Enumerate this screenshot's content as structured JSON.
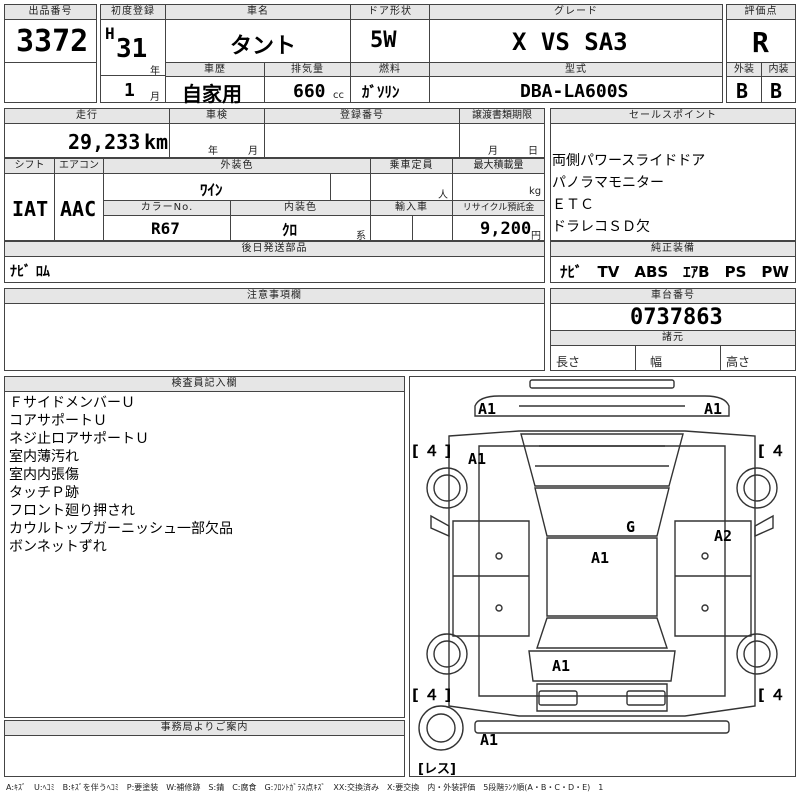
{
  "header": {
    "lot_label": "出品番号",
    "lot_no": "3372",
    "first_reg_label": "初度登録",
    "era": "H",
    "year_num": "31",
    "year_unit": "年",
    "month_num": "1",
    "month_unit": "月",
    "car_name_label": "車名",
    "car_name": "タント",
    "door_label": "ドア形状",
    "door": "5W",
    "grade_label": "グレード",
    "grade": "X VS SA3",
    "score_label": "評価点",
    "score": "R",
    "history_label": "車歴",
    "history": "自家用",
    "displacement_label": "排気量",
    "displacement": "660",
    "displacement_unit": "cc",
    "fuel_label": "燃料",
    "fuel": "ｶﾞｿﾘﾝ",
    "model_label": "型式",
    "model": "DBA-LA600S",
    "exterior_label": "外装",
    "exterior": "B",
    "interior_label": "内装",
    "interior": "B"
  },
  "row2": {
    "mileage_label": "走行",
    "mileage": "29,233",
    "mileage_unit": "km",
    "inspection_label": "車検",
    "insp_year_unit": "年",
    "insp_month_unit": "月",
    "reg_no_label": "登録番号",
    "transfer_label": "譲渡書類期限",
    "transfer_month": "月",
    "transfer_day": "日",
    "sales_label": "セールスポイント",
    "sales_points": [
      "両側パワースライドドア",
      "パノラマモニター",
      "ＥＴＣ",
      "ドラレコＳＤ欠"
    ],
    "shift_label": "シフト",
    "shift": "IAT",
    "ac_label": "エアコン",
    "ac": "AAC",
    "ext_color_label": "外装色",
    "ext_color": "ﾜｲﾝ",
    "capacity_label": "乗車定員",
    "capacity_unit": "人",
    "load_label": "最大積載量",
    "load_unit": "kg",
    "color_no_label": "カラーNo.",
    "color_no": "R67",
    "int_color_label": "内装色",
    "int_color": "ｸﾛ",
    "int_color_unit": "系",
    "import_label": "輸入車",
    "recycle_label": "リサイクル預託金",
    "recycle": "9,200",
    "recycle_unit": "円",
    "later_parts_label": "後日発送部品",
    "later_parts": "ﾅﾋﾞ ﾛﾑ",
    "equipment_label": "純正装備",
    "equipment": "ﾅﾋﾞ　TV　ABS　ｴｱB　PS　PW"
  },
  "notes_label": "注意事項欄",
  "chassis_label": "車台番号",
  "chassis": "0737863",
  "specs_label": "諸元",
  "length_label": "長さ",
  "width_label": "幅",
  "height_label": "高さ",
  "inspector_label": "検査員記入欄",
  "inspector_notes": [
    "ＦサイドメンバーＵ",
    "コアサポートＵ",
    "ネジ止ロアサポートＵ",
    "室内薄汚れ",
    "室内内張傷",
    "タッチＰ跡",
    "フロント廻り押され",
    "カウルトップガーニッシュ一部欠品",
    "ボンネットずれ"
  ],
  "office_label": "事務局よりご案内",
  "diagram": {
    "marks": [
      "A1",
      "A1",
      "A1",
      "G",
      "A2",
      "A1",
      "A1",
      "A1"
    ],
    "tire_marks": [
      "４",
      "４",
      "４",
      "４"
    ],
    "spare": "レス"
  },
  "legend": "A:ｷｽﾞ　U:ﾍｺﾐ　B:ｷｽﾞを伴うﾍｺﾐ　P:要塗装　W:補修跡　S:錆　C:腐食　G:ﾌﾛﾝﾄｶﾞﾗｽ点ｷｽﾞ　XX:交換済み　X:要交換　内・外装評価　5段階ﾗﾝｸ順(A・B・C・D・E)　1"
}
